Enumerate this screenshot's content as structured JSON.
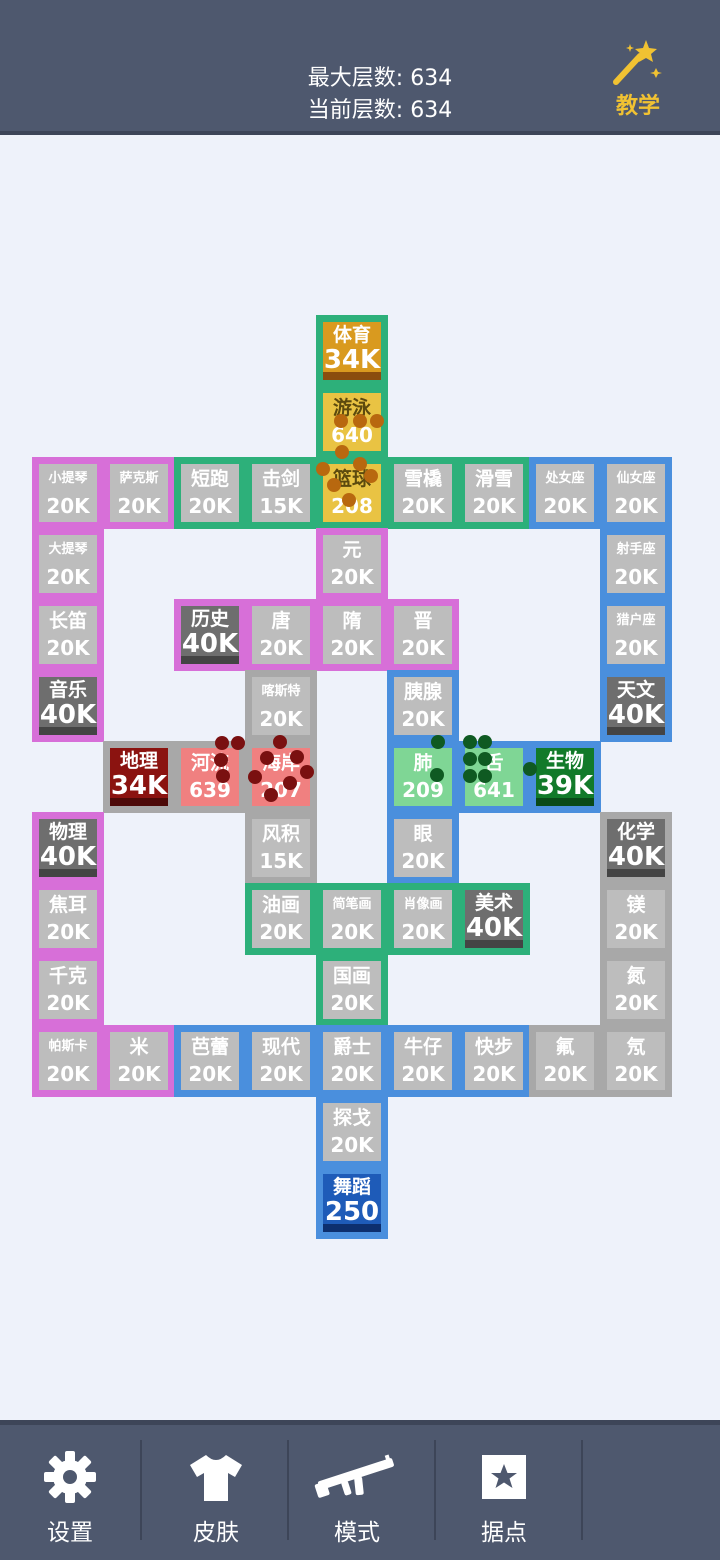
{
  "header": {
    "max_level_label": "最大层数: 634",
    "current_level_label": "当前层数: 634",
    "tutorial_label": "教学"
  },
  "colors": {
    "pink": "#d76fd8",
    "green": "#2db07a",
    "blue": "#4a8fdd",
    "gray": "#a8a8a8",
    "tile_neutral": "#bdbdbd",
    "accent_yellow": "#f1c232"
  },
  "tiles": [
    {
      "id": "sport",
      "name": "体育",
      "value": "34K",
      "col": 5,
      "row": 0,
      "border": "green",
      "fill": "#d99a1f",
      "type": "capital",
      "bar": "#8a4d0e"
    },
    {
      "id": "swim",
      "name": "游泳",
      "value": "640",
      "col": 5,
      "row": 1,
      "border": "green",
      "fill": "#e9c343",
      "name_color": "#5c4a0e"
    },
    {
      "id": "violin",
      "name": "小提琴",
      "value": "20K",
      "col": 1,
      "row": 2,
      "border": "pink",
      "fill": "#bdbdbd",
      "small": true
    },
    {
      "id": "sax",
      "name": "萨克斯",
      "value": "20K",
      "col": 2,
      "row": 2,
      "border": "pink",
      "fill": "#bdbdbd",
      "small": true
    },
    {
      "id": "sprint",
      "name": "短跑",
      "value": "20K",
      "col": 3,
      "row": 2,
      "border": "green",
      "fill": "#bdbdbd"
    },
    {
      "id": "fencing",
      "name": "击剑",
      "value": "15K",
      "col": 4,
      "row": 2,
      "border": "green",
      "fill": "#bdbdbd"
    },
    {
      "id": "basketball",
      "name": "篮球",
      "value": "208",
      "col": 5,
      "row": 2,
      "border": "green",
      "fill": "#e9c343",
      "name_color": "#5c4a0e"
    },
    {
      "id": "sled",
      "name": "雪橇",
      "value": "20K",
      "col": 6,
      "row": 2,
      "border": "green",
      "fill": "#bdbdbd"
    },
    {
      "id": "ski",
      "name": "滑雪",
      "value": "20K",
      "col": 7,
      "row": 2,
      "border": "green",
      "fill": "#bdbdbd"
    },
    {
      "id": "virgo",
      "name": "处女座",
      "value": "20K",
      "col": 8,
      "row": 2,
      "border": "blue",
      "fill": "#bdbdbd",
      "small": true
    },
    {
      "id": "andromeda",
      "name": "仙女座",
      "value": "20K",
      "col": 9,
      "row": 2,
      "border": "blue",
      "fill": "#bdbdbd",
      "small": true
    },
    {
      "id": "cello",
      "name": "大提琴",
      "value": "20K",
      "col": 1,
      "row": 3,
      "border": "pink",
      "fill": "#bdbdbd",
      "small": true
    },
    {
      "id": "yuan",
      "name": "元",
      "value": "20K",
      "col": 5,
      "row": 3,
      "border": "pink",
      "fill": "#bdbdbd"
    },
    {
      "id": "sagittarius",
      "name": "射手座",
      "value": "20K",
      "col": 9,
      "row": 3,
      "border": "blue",
      "fill": "#bdbdbd",
      "small": true
    },
    {
      "id": "flute",
      "name": "长笛",
      "value": "20K",
      "col": 1,
      "row": 4,
      "border": "pink",
      "fill": "#bdbdbd"
    },
    {
      "id": "history",
      "name": "历史",
      "value": "40K",
      "col": 3,
      "row": 4,
      "border": "pink",
      "fill": "#6e6e6e",
      "type": "capital",
      "bar": "#444444"
    },
    {
      "id": "tang",
      "name": "唐",
      "value": "20K",
      "col": 4,
      "row": 4,
      "border": "pink",
      "fill": "#bdbdbd"
    },
    {
      "id": "sui",
      "name": "隋",
      "value": "20K",
      "col": 5,
      "row": 4,
      "border": "pink",
      "fill": "#bdbdbd"
    },
    {
      "id": "jin",
      "name": "晋",
      "value": "20K",
      "col": 6,
      "row": 4,
      "border": "pink",
      "fill": "#bdbdbd"
    },
    {
      "id": "orion",
      "name": "猎户座",
      "value": "20K",
      "col": 9,
      "row": 4,
      "border": "blue",
      "fill": "#bdbdbd",
      "small": true
    },
    {
      "id": "music",
      "name": "音乐",
      "value": "40K",
      "col": 1,
      "row": 5,
      "border": "pink",
      "fill": "#6e6e6e",
      "type": "capital",
      "bar": "#444444"
    },
    {
      "id": "karst",
      "name": "喀斯特",
      "value": "20K",
      "col": 4,
      "row": 5,
      "border": "gray",
      "fill": "#bdbdbd",
      "small": true
    },
    {
      "id": "pancreas",
      "name": "胰腺",
      "value": "20K",
      "col": 6,
      "row": 5,
      "border": "blue",
      "fill": "#bdbdbd"
    },
    {
      "id": "astronomy",
      "name": "天文",
      "value": "40K",
      "col": 9,
      "row": 5,
      "border": "blue",
      "fill": "#6e6e6e",
      "type": "capital",
      "bar": "#444444"
    },
    {
      "id": "geography",
      "name": "地理",
      "value": "34K",
      "col": 2,
      "row": 6,
      "border": "gray",
      "fill": "#8b1310",
      "type": "capital",
      "bar": "#4d0a08"
    },
    {
      "id": "river",
      "name": "河流",
      "value": "639",
      "col": 3,
      "row": 6,
      "border": "gray",
      "fill": "#f08080"
    },
    {
      "id": "coast",
      "name": "海岸",
      "value": "207",
      "col": 4,
      "row": 6,
      "border": "gray",
      "fill": "#f08080"
    },
    {
      "id": "lung",
      "name": "肺",
      "value": "209",
      "col": 6,
      "row": 6,
      "border": "blue",
      "fill": "#7fd695"
    },
    {
      "id": "tongue",
      "name": "舌",
      "value": "641",
      "col": 7,
      "row": 6,
      "border": "blue",
      "fill": "#7fd695"
    },
    {
      "id": "biology",
      "name": "生物",
      "value": "39K",
      "col": 8,
      "row": 6,
      "border": "blue",
      "fill": "#127a2a",
      "type": "capital",
      "bar": "#0a4a18"
    },
    {
      "id": "physics",
      "name": "物理",
      "value": "40K",
      "col": 1,
      "row": 7,
      "border": "pink",
      "fill": "#6e6e6e",
      "type": "capital",
      "bar": "#444444"
    },
    {
      "id": "aeolian",
      "name": "风积",
      "value": "15K",
      "col": 4,
      "row": 7,
      "border": "gray",
      "fill": "#bdbdbd"
    },
    {
      "id": "eye",
      "name": "眼",
      "value": "20K",
      "col": 6,
      "row": 7,
      "border": "blue",
      "fill": "#bdbdbd"
    },
    {
      "id": "chemistry",
      "name": "化学",
      "value": "40K",
      "col": 9,
      "row": 7,
      "border": "gray",
      "fill": "#6e6e6e",
      "type": "capital",
      "bar": "#444444"
    },
    {
      "id": "joule",
      "name": "焦耳",
      "value": "20K",
      "col": 1,
      "row": 8,
      "border": "pink",
      "fill": "#bdbdbd"
    },
    {
      "id": "oilpaint",
      "name": "油画",
      "value": "20K",
      "col": 4,
      "row": 8,
      "border": "green",
      "fill": "#bdbdbd"
    },
    {
      "id": "sketch",
      "name": "简笔画",
      "value": "20K",
      "col": 5,
      "row": 8,
      "border": "green",
      "fill": "#bdbdbd",
      "small": true
    },
    {
      "id": "portrait",
      "name": "肖像画",
      "value": "20K",
      "col": 6,
      "row": 8,
      "border": "green",
      "fill": "#bdbdbd",
      "small": true
    },
    {
      "id": "arts",
      "name": "美术",
      "value": "40K",
      "col": 7,
      "row": 8,
      "border": "green",
      "fill": "#6e6e6e",
      "type": "capital",
      "bar": "#444444"
    },
    {
      "id": "magnesium",
      "name": "镁",
      "value": "20K",
      "col": 9,
      "row": 8,
      "border": "gray",
      "fill": "#bdbdbd"
    },
    {
      "id": "kilogram",
      "name": "千克",
      "value": "20K",
      "col": 1,
      "row": 9,
      "border": "pink",
      "fill": "#bdbdbd"
    },
    {
      "id": "guohua",
      "name": "国画",
      "value": "20K",
      "col": 5,
      "row": 9,
      "border": "green",
      "fill": "#bdbdbd"
    },
    {
      "id": "nitrogen",
      "name": "氮",
      "value": "20K",
      "col": 9,
      "row": 9,
      "border": "gray",
      "fill": "#bdbdbd"
    },
    {
      "id": "pascal",
      "name": "帕斯卡",
      "value": "20K",
      "col": 1,
      "row": 10,
      "border": "pink",
      "fill": "#bdbdbd",
      "small": true
    },
    {
      "id": "meter",
      "name": "米",
      "value": "20K",
      "col": 2,
      "row": 10,
      "border": "pink",
      "fill": "#bdbdbd"
    },
    {
      "id": "ballet",
      "name": "芭蕾",
      "value": "20K",
      "col": 3,
      "row": 10,
      "border": "blue",
      "fill": "#bdbdbd"
    },
    {
      "id": "modern",
      "name": "现代",
      "value": "20K",
      "col": 4,
      "row": 10,
      "border": "blue",
      "fill": "#bdbdbd"
    },
    {
      "id": "jazz",
      "name": "爵士",
      "value": "20K",
      "col": 5,
      "row": 10,
      "border": "blue",
      "fill": "#bdbdbd"
    },
    {
      "id": "cowboy",
      "name": "牛仔",
      "value": "20K",
      "col": 6,
      "row": 10,
      "border": "blue",
      "fill": "#bdbdbd"
    },
    {
      "id": "quickstep",
      "name": "快步",
      "value": "20K",
      "col": 7,
      "row": 10,
      "border": "blue",
      "fill": "#bdbdbd"
    },
    {
      "id": "fluorine",
      "name": "氟",
      "value": "20K",
      "col": 8,
      "row": 10,
      "border": "gray",
      "fill": "#bdbdbd"
    },
    {
      "id": "neon",
      "name": "氖",
      "value": "20K",
      "col": 9,
      "row": 10,
      "border": "gray",
      "fill": "#bdbdbd"
    },
    {
      "id": "tango",
      "name": "探戈",
      "value": "20K",
      "col": 5,
      "row": 11,
      "border": "blue",
      "fill": "#bdbdbd"
    },
    {
      "id": "dance",
      "name": "舞蹈",
      "value": "250",
      "col": 5,
      "row": 12,
      "border": "blue",
      "fill": "#1e5bb8",
      "type": "capital",
      "bar": "#0d2f6e"
    }
  ],
  "units": [
    {
      "color": "#b8680f",
      "points": [
        [
          341,
          421
        ],
        [
          360,
          421
        ],
        [
          377,
          421
        ],
        [
          323,
          469
        ],
        [
          342,
          452
        ],
        [
          360,
          464
        ],
        [
          334,
          485
        ],
        [
          349,
          500
        ],
        [
          371,
          476
        ]
      ]
    },
    {
      "color": "#7a1010",
      "points": [
        [
          222,
          743
        ],
        [
          238,
          743
        ],
        [
          221,
          760
        ],
        [
          223,
          776
        ],
        [
          255,
          777
        ],
        [
          267,
          758
        ],
        [
          280,
          742
        ],
        [
          297,
          757
        ],
        [
          290,
          783
        ],
        [
          271,
          795
        ],
        [
          307,
          772
        ]
      ]
    },
    {
      "color": "#0f5a22",
      "points": [
        [
          438,
          742
        ],
        [
          470,
          742
        ],
        [
          485,
          742
        ],
        [
          470,
          759
        ],
        [
          485,
          759
        ],
        [
          437,
          775
        ],
        [
          470,
          776
        ],
        [
          485,
          776
        ],
        [
          530,
          769
        ]
      ]
    }
  ],
  "nav": [
    {
      "id": "settings",
      "label": "设置"
    },
    {
      "id": "skin",
      "label": "皮肤"
    },
    {
      "id": "mode",
      "label": "模式"
    },
    {
      "id": "stronghold",
      "label": "据点"
    }
  ]
}
